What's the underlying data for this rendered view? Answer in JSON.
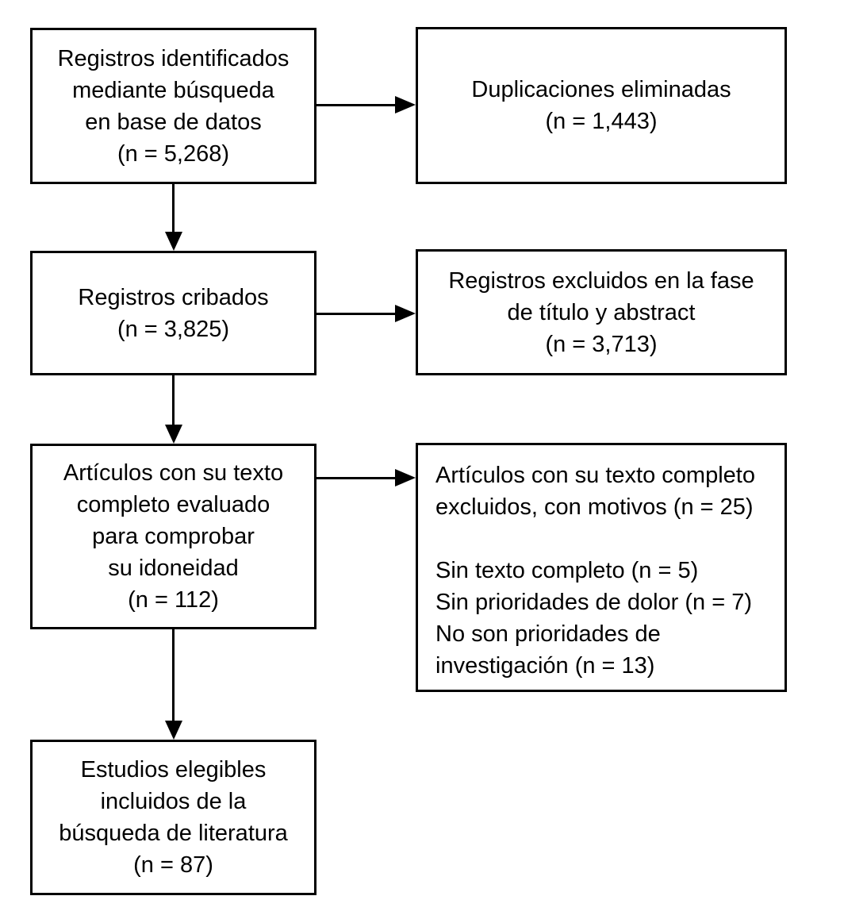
{
  "diagram": {
    "type": "flowchart",
    "language": "es",
    "colors": {
      "background": "#ffffff",
      "box_border": "#000000",
      "text": "#000000",
      "arrow": "#000000"
    },
    "boxes": {
      "identified": {
        "text": "Registros identificados\nmediante búsqueda\nen base de datos\n(n = 5,268)"
      },
      "duplicates_removed": {
        "text": "Duplicaciones eliminadas\n(n = 1,443)"
      },
      "screened": {
        "text": "Registros cribados\n(n = 3,825)"
      },
      "excluded_title_abstract": {
        "text": "Registros excluidos en la fase\nde título y abstract\n(n = 3,713)"
      },
      "fulltext_assessed": {
        "text": "Artículos con su texto\ncompleto evaluado\npara comprobar\nsu idoneidad\n(n = 112)"
      },
      "fulltext_excluded": {
        "text": "Artículos con su texto completo\nexcluidos, con motivos (n = 25)\n\nSin texto completo (n = 5)\nSin prioridades de dolor (n = 7)\nNo son prioridades de\ninvestigación (n = 13)"
      },
      "included": {
        "text": "Estudios elegibles\nincluidos de la\nbúsqueda de literatura\n(n = 87)"
      }
    },
    "arrows": [
      {
        "from": "identified",
        "to": "duplicates_removed",
        "direction": "right"
      },
      {
        "from": "identified",
        "to": "screened",
        "direction": "down"
      },
      {
        "from": "screened",
        "to": "excluded_title_abstract",
        "direction": "right"
      },
      {
        "from": "screened",
        "to": "fulltext_assessed",
        "direction": "down"
      },
      {
        "from": "fulltext_assessed",
        "to": "fulltext_excluded",
        "direction": "right"
      },
      {
        "from": "fulltext_assessed",
        "to": "included",
        "direction": "down"
      }
    ]
  }
}
